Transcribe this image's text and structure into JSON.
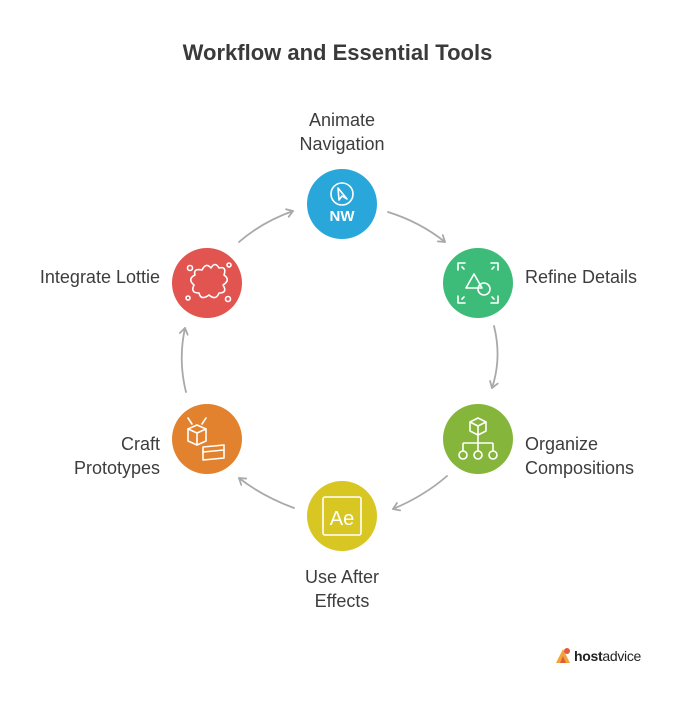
{
  "title": "Workflow and Essential Tools",
  "steps": [
    {
      "line1": "Animate",
      "line2": "Navigation",
      "color": "#2AA7DA",
      "icon": "compass-icon",
      "badge": "NW"
    },
    {
      "line1": "Refine Details",
      "line2": "",
      "color": "#3DBB78",
      "icon": "shapes-frame-icon"
    },
    {
      "line1": "Organize",
      "line2": "Compositions",
      "color": "#86B53B",
      "icon": "hierarchy-icon"
    },
    {
      "line1": "Use After",
      "line2": "Effects",
      "color": "#D8C623",
      "icon": "after-effects-icon",
      "badge": "Ae"
    },
    {
      "line1": "Craft",
      "line2": "Prototypes",
      "color": "#E2822E",
      "icon": "prototype-box-icon"
    },
    {
      "line1": "Integrate Lottie",
      "line2": "",
      "color": "#E1544F",
      "icon": "splat-icon"
    }
  ],
  "logo": {
    "bold": "host",
    "regular": "advice"
  }
}
